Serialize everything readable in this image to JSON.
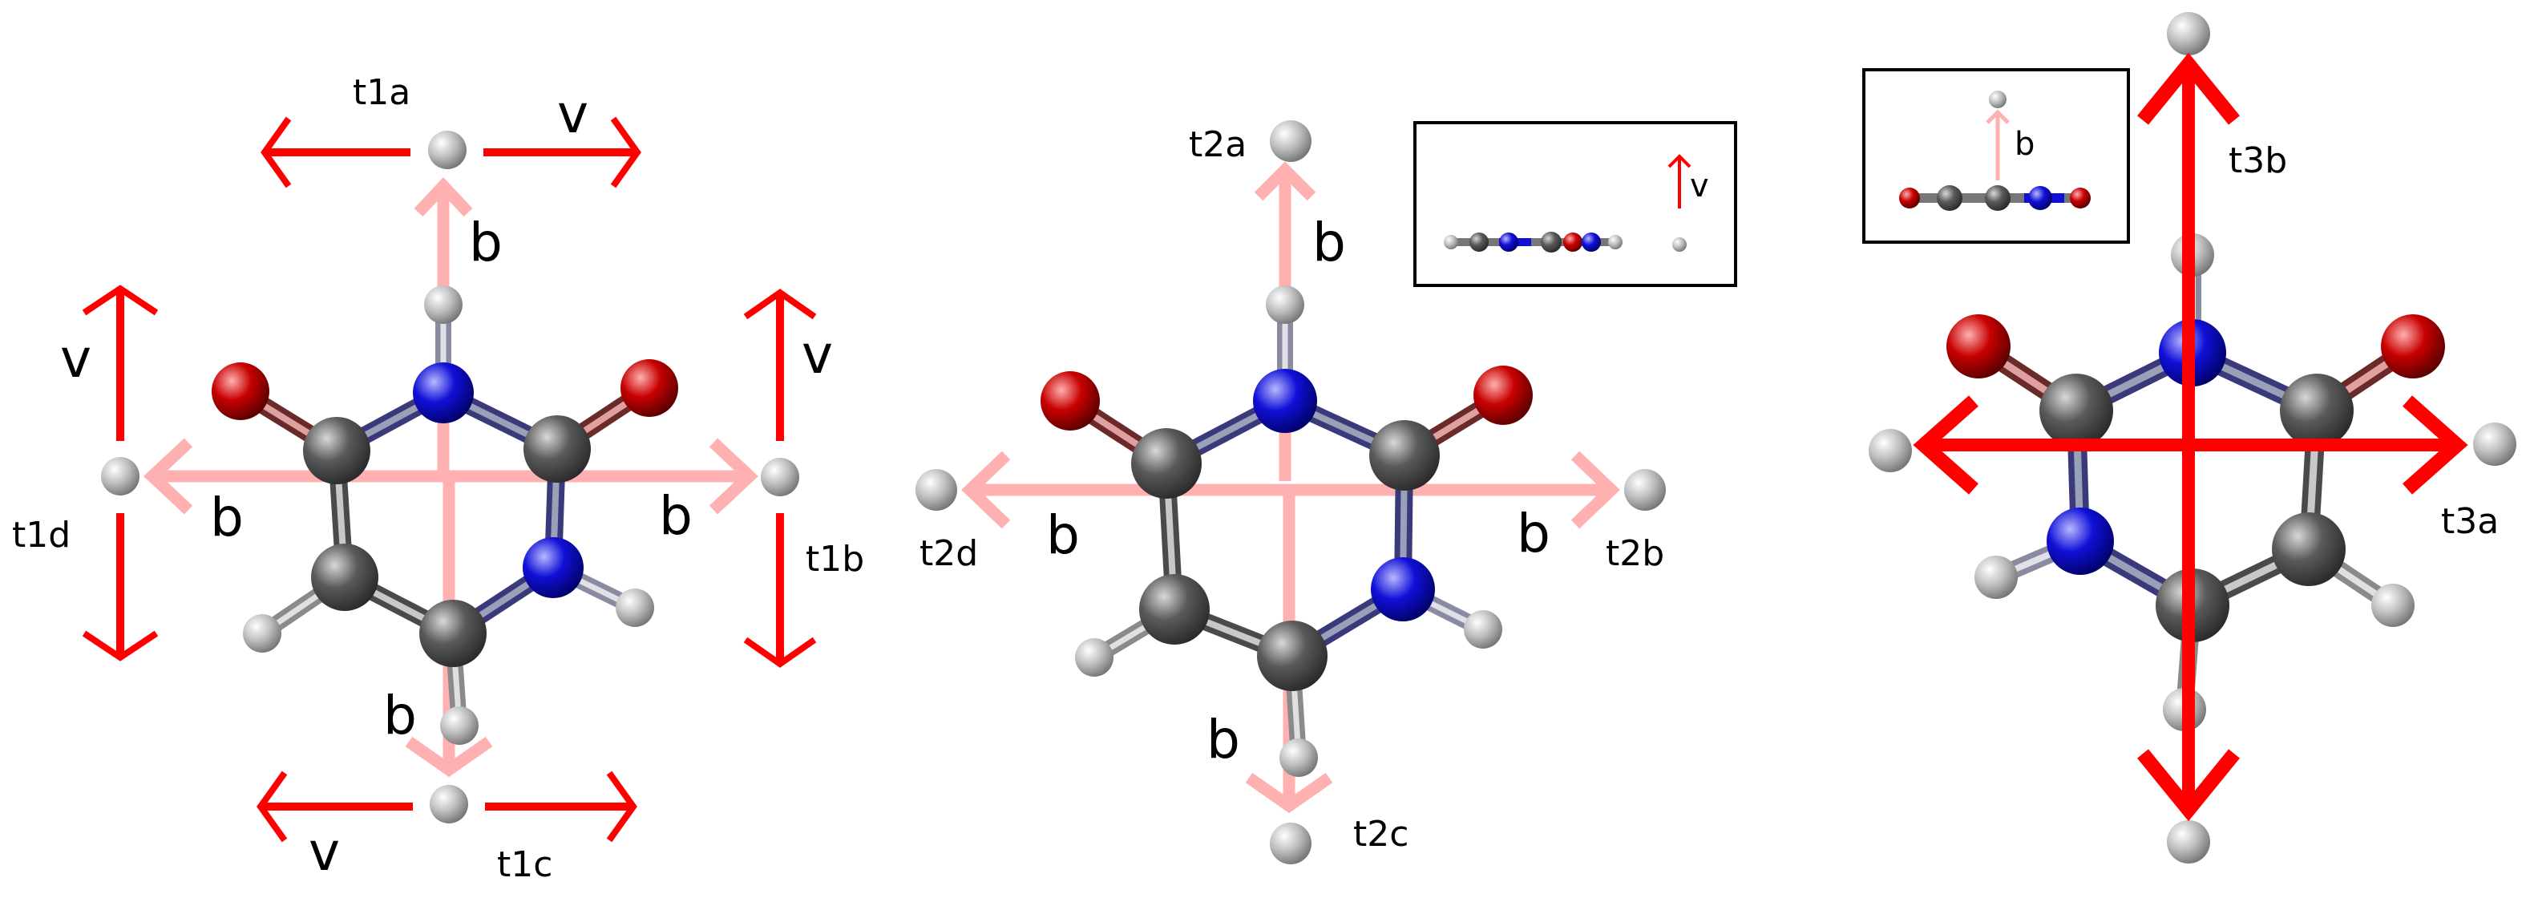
{
  "colors": {
    "arrow_red": "#ff0000",
    "arrow_pink": "#ffb0b0",
    "carbon": "#555555",
    "nitrogen": "#1010d8",
    "oxygen": "#c00000",
    "hydrogen": "#bdbdbd",
    "probe": "#a8a8a8"
  },
  "panels": [
    {
      "labels": {
        "t1a": "t1a",
        "t1b": "t1b",
        "t1c": "t1c",
        "t1d": "t1d",
        "v_top": "v",
        "v_right": "v",
        "v_bottom": "v",
        "v_left": "v",
        "b_top": "b",
        "b_right": "b",
        "b_bottom": "b",
        "b_left": "b"
      }
    },
    {
      "labels": {
        "t2a": "t2a",
        "t2b": "t2b",
        "t2c": "t2c",
        "t2d": "t2d",
        "b_top": "b",
        "b_right": "b",
        "b_bottom": "b",
        "b_left": "b",
        "inset_v": "v"
      }
    },
    {
      "labels": {
        "t3a": "t3a",
        "t3b": "t3b",
        "inset_b": "b"
      }
    }
  ]
}
